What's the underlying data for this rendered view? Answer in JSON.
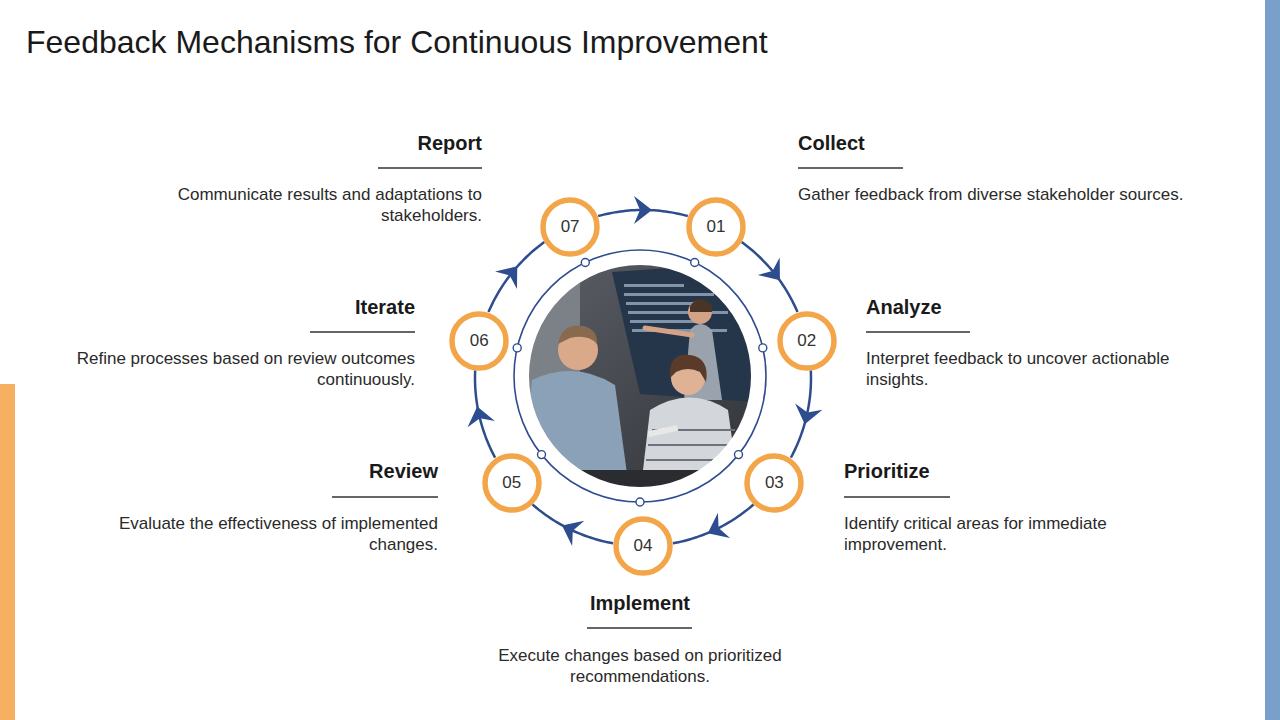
{
  "diagram": {
    "title": "Feedback Mechanisms for Continuous Improvement",
    "nodes": [
      {
        "text": [
          "01"
        ]
      },
      {
        "text": [
          "02"
        ]
      },
      {
        "text": [
          "03"
        ]
      },
      {
        "text": [
          "04"
        ]
      },
      {
        "text": [
          "05"
        ]
      },
      {
        "text": [
          "06"
        ]
      },
      {
        "text": [
          "07"
        ]
      }
    ],
    "edges": [
      {
        "from": 0,
        "to": 1,
        "arrow": "to"
      },
      {
        "from": 1,
        "to": 2,
        "arrow": "to"
      },
      {
        "from": 2,
        "to": 3,
        "arrow": "to"
      },
      {
        "from": 3,
        "to": 4,
        "arrow": "to"
      },
      {
        "from": 4,
        "to": 5,
        "arrow": "to"
      },
      {
        "from": 5,
        "to": 6,
        "arrow": "to"
      },
      {
        "from": 6,
        "to": 0,
        "arrow": "to"
      }
    ],
    "labels": [
      "Report",
      "Communicate results and adaptations to stakeholders.",
      "Collect",
      "Gather feedback from diverse stakeholder sources.",
      "Iterate",
      "Refine processes based on review outcomes continuously.",
      "Analyze",
      "Interpret feedback to uncover actionable insights.",
      "Review",
      "Evaluate the effectiveness of implemented changes.",
      "Prioritize",
      "Identify critical areas for immediate improvement.",
      "Implement",
      "Execute changes based on prioritized recommendations."
    ]
  }
}
